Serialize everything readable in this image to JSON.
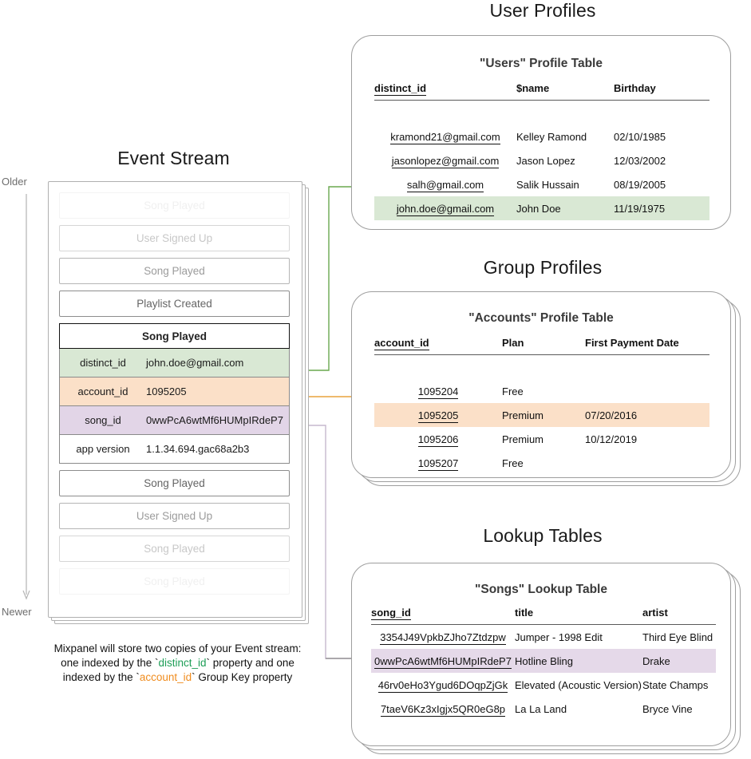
{
  "sections": {
    "user_profiles_title": "User Profiles",
    "group_profiles_title": "Group Profiles",
    "lookup_tables_title": "Lookup Tables",
    "event_stream_title": "Event Stream"
  },
  "axis": {
    "older_label": "Older",
    "newer_label": "Newer"
  },
  "event_stream": {
    "events": [
      {
        "name": "Song Played",
        "opacity_class": "op-08"
      },
      {
        "name": "User Signed Up",
        "opacity_class": "op-30"
      },
      {
        "name": "Song Played",
        "opacity_class": "op-55"
      },
      {
        "name": "Playlist Created",
        "opacity_class": "op-85"
      }
    ],
    "events_after": [
      {
        "name": "Song Played",
        "opacity_class": "op-85"
      },
      {
        "name": "User Signed Up",
        "opacity_class": "op-55"
      },
      {
        "name": "Song Played",
        "opacity_class": "op-30"
      },
      {
        "name": "Song Played",
        "opacity_class": "op-08"
      }
    ],
    "expanded_event": {
      "title": "Song Played",
      "properties": [
        {
          "key": "distinct_id",
          "value": "john.doe@gmail.com",
          "highlight": "green"
        },
        {
          "key": "account_id",
          "value": "1095205",
          "highlight": "orange"
        },
        {
          "key": "song_id",
          "value": "0wwPcA6wtMf6HUMpIRdeP7",
          "highlight": "purple"
        },
        {
          "key": "app version",
          "value": "1.1.34.694.gac68a2b3",
          "highlight": "none"
        }
      ]
    },
    "caption": {
      "line1": "Mixpanel will store two copies of your Event stream:",
      "line2_a": "one indexed by the `",
      "line2_key": "distinct_id",
      "line2_b": "` property and one",
      "line3_a": "indexed by the `",
      "line3_key": "account_id",
      "line3_b": "` Group Key property"
    }
  },
  "users_table": {
    "title": "\"Users\" Profile Table",
    "columns": [
      "distinct_id",
      "$name",
      "Birthday"
    ],
    "rows": [
      {
        "distinct_id": "kramond21@gmail.com",
        "name": "Kelley Ramond",
        "birthday": "02/10/1985",
        "highlight": "none"
      },
      {
        "distinct_id": "jasonlopez@gmail.com",
        "name": "Jason Lopez",
        "birthday": "12/03/2002",
        "highlight": "none"
      },
      {
        "distinct_id": "salh@gmail.com",
        "name": "Salik Hussain",
        "birthday": "08/19/2005",
        "highlight": "none"
      },
      {
        "distinct_id": "john.doe@gmail.com",
        "name": "John Doe",
        "birthday": "11/19/1975",
        "highlight": "green"
      }
    ]
  },
  "accounts_table": {
    "title": "\"Accounts\" Profile Table",
    "columns": [
      "account_id",
      "Plan",
      "First Payment Date"
    ],
    "rows": [
      {
        "account_id": "1095204",
        "plan": "Free",
        "first_payment_date": "",
        "highlight": "none"
      },
      {
        "account_id": "1095205",
        "plan": "Premium",
        "first_payment_date": "07/20/2016",
        "highlight": "orange"
      },
      {
        "account_id": "1095206",
        "plan": "Premium",
        "first_payment_date": "10/12/2019",
        "highlight": "none"
      },
      {
        "account_id": "1095207",
        "plan": "Free",
        "first_payment_date": "",
        "highlight": "none"
      }
    ]
  },
  "songs_table": {
    "title": "\"Songs\" Lookup Table",
    "columns": [
      "song_id",
      "title",
      "artist"
    ],
    "rows": [
      {
        "song_id": "3354J49VpkbZJho7Ztdzpw",
        "title": "Jumper - 1998 Edit",
        "artist": "Third Eye Blind",
        "highlight": "none"
      },
      {
        "song_id": "0wwPcA6wtMf6HUMpIRdeP7",
        "title": "Hotline Bling",
        "artist": "Drake",
        "highlight": "purple"
      },
      {
        "song_id": "46rv0eHo3Ygud6DOqpZjGk",
        "title": "Elevated (Acoustic Version)",
        "artist": "State Champs",
        "highlight": "none"
      },
      {
        "song_id": "7taeV6Kz3xIgjx5QR0eG8p",
        "title": "La La Land",
        "artist": "Bryce Vine",
        "highlight": "none"
      }
    ]
  },
  "colors": {
    "green_highlight": "#d9e8d4",
    "orange_highlight": "#fbe0c8",
    "purple_highlight": "#e5d9e9",
    "green_connector": "#6aa84f",
    "orange_connector": "#e8a33d",
    "purple_connector": "#c9bcd0",
    "gray_connector": "#8a8a8a",
    "panel_border": "#9e9e9e",
    "keyword_green": "#1e9e57",
    "keyword_orange": "#f08c1e"
  }
}
